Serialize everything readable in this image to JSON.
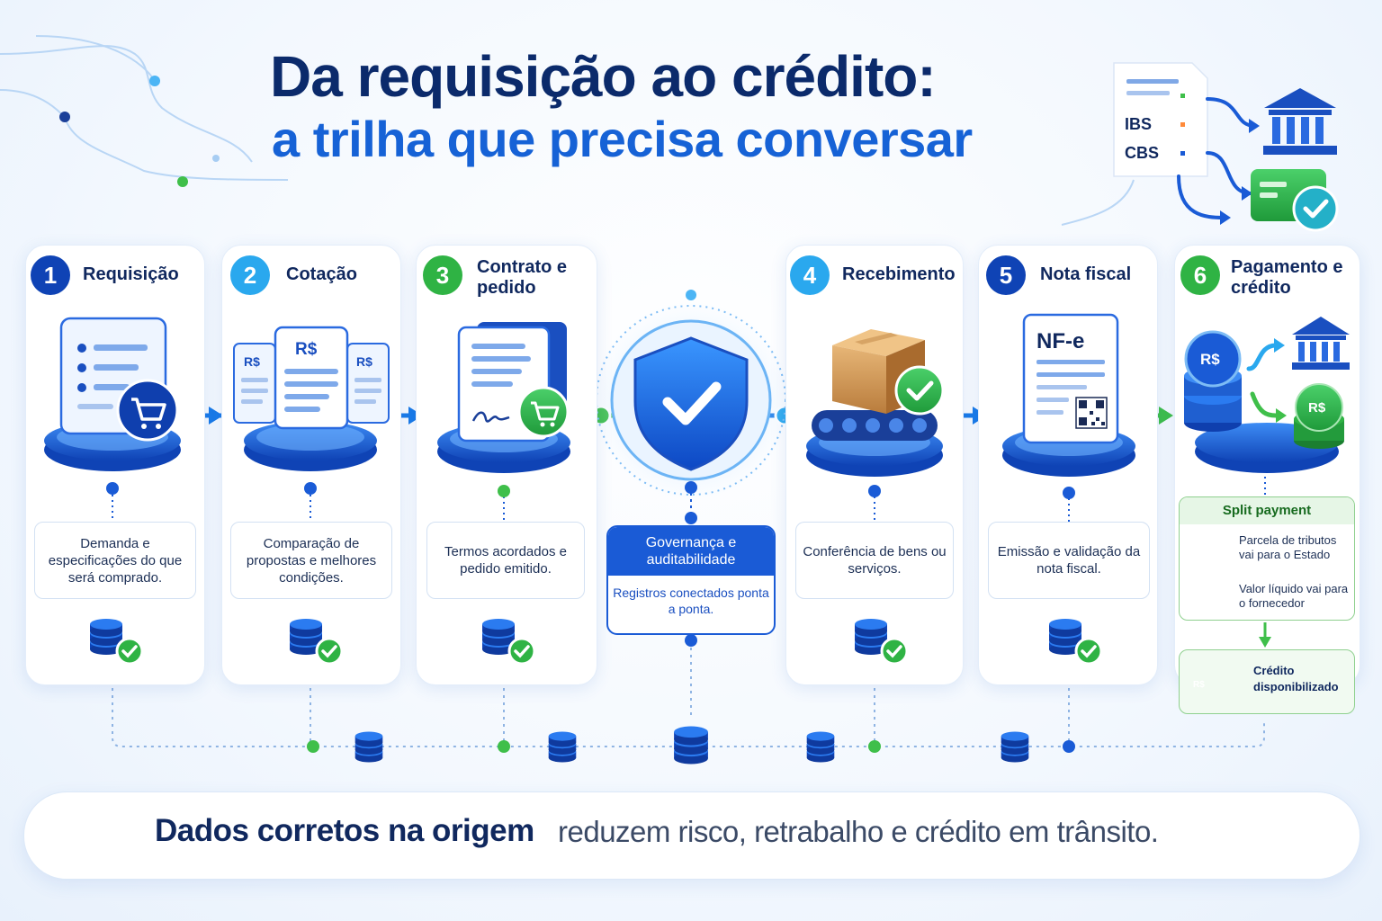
{
  "title": {
    "line1": "Da requisição ao crédito:",
    "line2": "a trilha que precisa conversar"
  },
  "colors": {
    "navy": "#0b2a6b",
    "blue": "#1662d6",
    "lightblue": "#2aa8ee",
    "green": "#2fb344"
  },
  "tax_doc": {
    "ibs": "IBS",
    "cbs": "CBS"
  },
  "steps": [
    {
      "number": "1",
      "title": "Requisição",
      "desc": "Demanda e especificações do que será comprado."
    },
    {
      "number": "2",
      "title": "Cotação",
      "desc": "Comparação de propostas e melhores condições.",
      "currency": "R$"
    },
    {
      "number": "3",
      "title": "Contrato e pedido",
      "desc": "Termos acordados e pedido emitido."
    },
    {
      "number": "4",
      "title": "Recebimento",
      "desc": "Conferência de bens ou serviços."
    },
    {
      "number": "5",
      "title": "Nota fiscal",
      "desc": "Emissão e validação da nota fiscal.",
      "doc_label": "NF-e"
    },
    {
      "number": "6",
      "title": "Pagamento e crédito",
      "currency": "R$"
    }
  ],
  "governance": {
    "title": "Governança e auditabilidade",
    "desc": "Registros conectados ponta a ponta."
  },
  "split_payment": {
    "title": "Split payment",
    "row1": "Parcela de tributos vai para o Estado",
    "row2": "Valor líquido vai para o fornecedor",
    "currency": "R$"
  },
  "credit": {
    "label": "Crédito disponibilizado",
    "currency": "R$"
  },
  "banner": {
    "bold": "Dados corretos na origem",
    "rest": "reduzem risco, retrabalho e crédito em trânsito."
  }
}
